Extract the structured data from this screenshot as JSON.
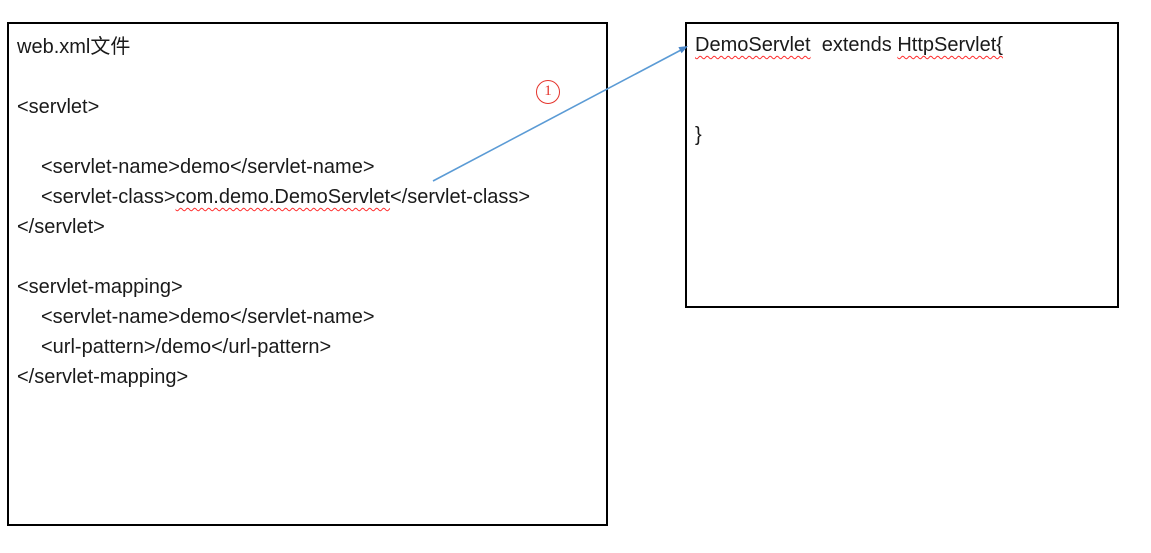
{
  "web_xml_box": {
    "title": "web.xml文件",
    "servlet_open": "<servlet>",
    "servlet_name_line": "<servlet-name>demo</servlet-name>",
    "servlet_class": {
      "prefix": "<servlet-class>",
      "value": "com.demo.DemoServlet",
      "suffix": "</servlet-class>"
    },
    "servlet_close": "</servlet>",
    "mapping_open": "<servlet-mapping>",
    "mapping_servlet_name_line": "<servlet-name>demo</servlet-name>",
    "url_pattern_line": "<url-pattern>/demo</url-pattern>",
    "mapping_close": "</servlet-mapping>"
  },
  "servlet_class_box": {
    "class_name": "DemoServlet",
    "separator": "  extends ",
    "parent_class": "HttpServlet{",
    "closing_brace": "}"
  },
  "annotation": {
    "step_label": "1",
    "icon": "circled-number-1-icon"
  },
  "colors": {
    "arrow_blue": "#5b9bd5",
    "annotation_red": "#e5342c",
    "squiggle_red": "#ff2b2b",
    "box_border": "#000000",
    "text": "#1a1a1a",
    "background": "#ffffff"
  }
}
